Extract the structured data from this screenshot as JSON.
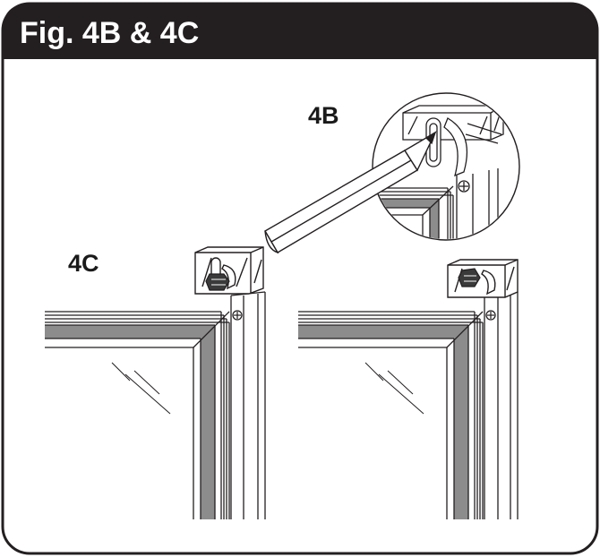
{
  "header": {
    "title": "Fig. 4B & 4C"
  },
  "labels": {
    "detail": "4B",
    "left_view": "4C"
  },
  "colors": {
    "header_bg": "#231f20",
    "frame_stroke": "#231f20",
    "seal_gray": "#8c8c8c",
    "background": "#ffffff"
  },
  "icons": {
    "pencil": "pencil-icon",
    "screw": "screw-icon"
  }
}
